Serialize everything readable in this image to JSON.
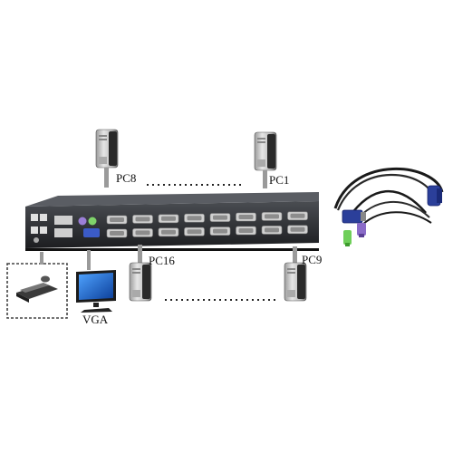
{
  "labels": {
    "pc8": "PC8",
    "pc1": "PC1",
    "pc16": "PC16",
    "pc9": "PC9",
    "vga": "VGA"
  },
  "colors": {
    "chassis": "#222428",
    "panel": "#2e3035",
    "port_body": "#c9c9c9",
    "tower_light": "#d9d9d9",
    "tower_dark": "#2a2a2a",
    "cable": "#1a1a1a",
    "vga_plug": "#2b3f9a",
    "ps2_purple": "#8a6bc8",
    "ps2_green": "#6fcf5a",
    "monitor_screen": "#1e6fd9"
  },
  "icons": [
    "kvm-switch",
    "pc-tower",
    "lcd-monitor",
    "keyboard-mouse",
    "kvm-cable"
  ]
}
